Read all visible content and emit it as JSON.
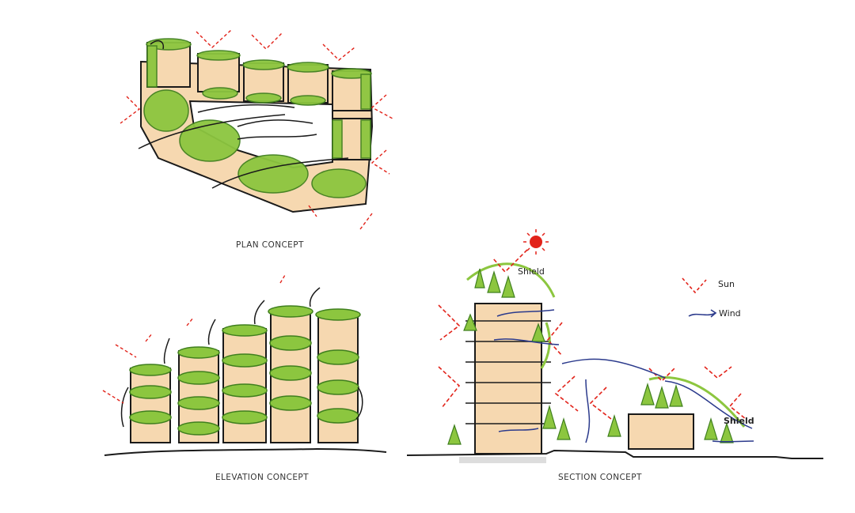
{
  "captions": {
    "plan": "PLAN CONCEPT",
    "elevation": "ELEVATION CONCEPT",
    "section": "SECTION CONCEPT"
  },
  "section_labels": {
    "shield_top": "Shield",
    "shield_right": "Shield"
  },
  "legend": {
    "sun": "Sun",
    "wind": "Wind"
  },
  "colors": {
    "building": "#f6d8b0",
    "green": "#8cc63f",
    "green_dark": "#3f7f1e",
    "sun": "#e2231a",
    "wind": "#2b3a8c",
    "ink": "#1a1a1a"
  }
}
